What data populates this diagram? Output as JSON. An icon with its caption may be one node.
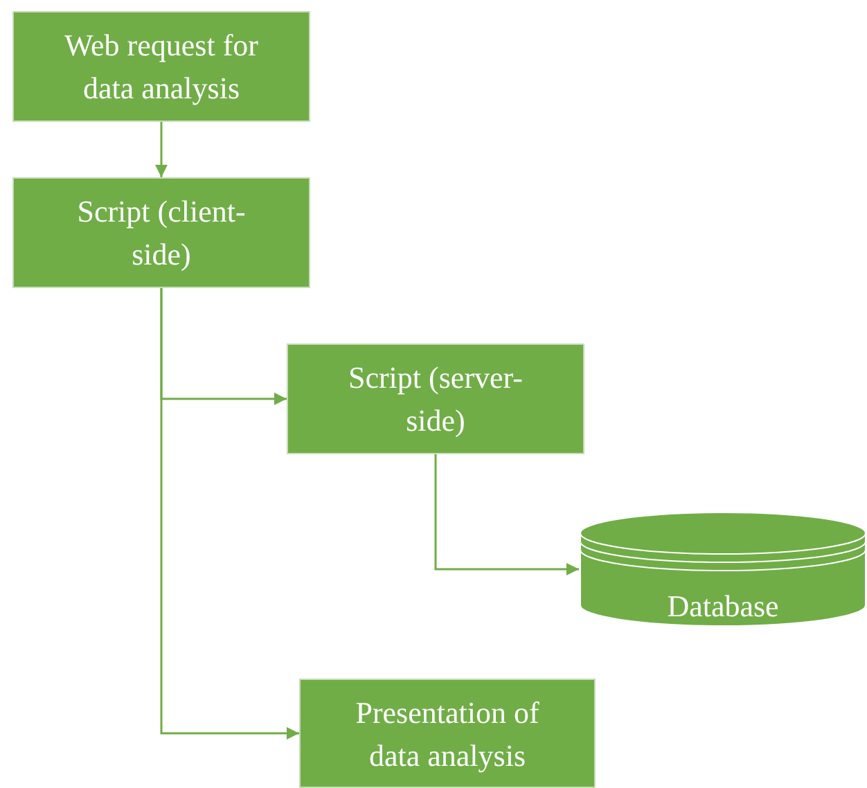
{
  "diagram": {
    "nodes": [
      {
        "text": [
          "Web request for data analysis"
        ]
      },
      {
        "text": [
          "Script (client-side)"
        ]
      },
      {
        "text": [
          "Script (server-side)"
        ]
      },
      {
        "text": [
          "Database"
        ]
      },
      {
        "text": [
          "Presentation of data analysis"
        ]
      }
    ],
    "edges": [
      {
        "from": 0,
        "to": 1,
        "arrow": "to"
      },
      {
        "from": 1,
        "to": 2,
        "arrow": "to"
      },
      {
        "from": 2,
        "to": 3,
        "arrow": "to"
      },
      {
        "from": 1,
        "to": 4,
        "arrow": "to"
      }
    ]
  }
}
